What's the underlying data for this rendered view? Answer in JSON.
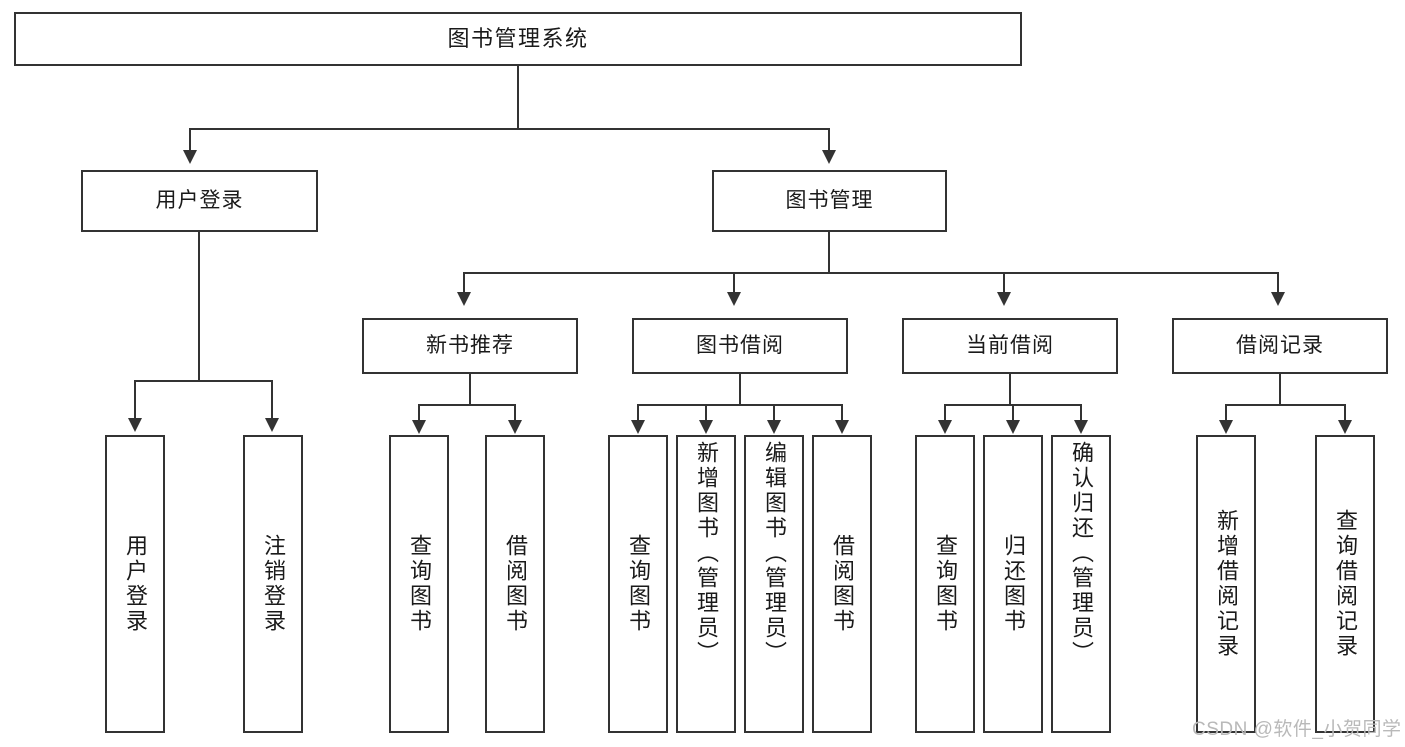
{
  "diagram": {
    "title": "图书管理系统",
    "type": "hierarchy-tree",
    "watermark": "CSDN @软件_小贺同学",
    "colors": {
      "box_border": "#333333",
      "box_fill": "#ffffff",
      "connector": "#333333",
      "text": "#1a1a1a",
      "watermark": "#b9b9b9",
      "background": "#ffffff"
    },
    "levels": {
      "level1": [
        {
          "id": "root",
          "label": "图书管理系统"
        }
      ],
      "level2": [
        {
          "id": "user-login",
          "label": "用户登录"
        },
        {
          "id": "book-manage",
          "label": "图书管理"
        }
      ],
      "level3": [
        {
          "id": "new-book-recommend",
          "label": "新书推荐",
          "parent": "book-manage"
        },
        {
          "id": "book-borrow",
          "label": "图书借阅",
          "parent": "book-manage"
        },
        {
          "id": "current-borrow",
          "label": "当前借阅",
          "parent": "book-manage"
        },
        {
          "id": "borrow-record",
          "label": "借阅记录",
          "parent": "book-manage"
        }
      ],
      "leaves": [
        {
          "id": "leaf-user-login",
          "label": "用户登录",
          "parent": "user-login"
        },
        {
          "id": "leaf-logout-login",
          "label": "注销登录",
          "parent": "user-login"
        },
        {
          "id": "leaf-query-book-1",
          "label": "查询图书",
          "parent": "new-book-recommend"
        },
        {
          "id": "leaf-borrow-book-1",
          "label": "借阅图书",
          "parent": "new-book-recommend"
        },
        {
          "id": "leaf-query-book-2",
          "label": "查询图书",
          "parent": "book-borrow"
        },
        {
          "id": "leaf-add-book",
          "label": "新增图书（管理员）",
          "parent": "book-borrow"
        },
        {
          "id": "leaf-edit-book",
          "label": "编辑图书（管理员）",
          "parent": "book-borrow"
        },
        {
          "id": "leaf-borrow-book-2",
          "label": "借阅图书",
          "parent": "book-borrow"
        },
        {
          "id": "leaf-query-book-3",
          "label": "查询图书",
          "parent": "current-borrow"
        },
        {
          "id": "leaf-return-book",
          "label": "归还图书",
          "parent": "current-borrow"
        },
        {
          "id": "leaf-confirm-return",
          "label": "确认归还（管理员）",
          "parent": "current-borrow"
        },
        {
          "id": "leaf-add-record",
          "label": "新增借阅记录",
          "parent": "borrow-record"
        },
        {
          "id": "leaf-query-record",
          "label": "查询借阅记录",
          "parent": "borrow-record"
        }
      ]
    }
  }
}
